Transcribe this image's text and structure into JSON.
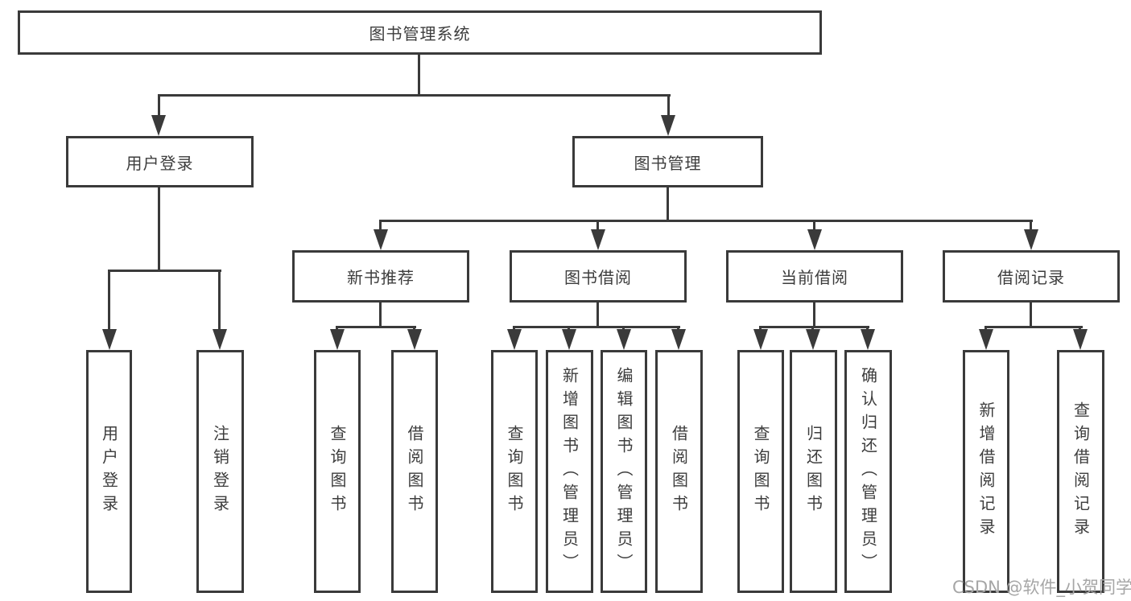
{
  "colors": {
    "line": "#3a3a3a",
    "text": "#3d3d3d",
    "box_bg": "#ffffff",
    "bg": "#ffffff",
    "watermark": "#a6a6a6"
  },
  "nodes": {
    "root": {
      "label": "图书管理系统"
    },
    "level2": [
      {
        "label": "用户登录"
      },
      {
        "label": "图书管理"
      }
    ],
    "level3": [
      {
        "label": "新书推荐"
      },
      {
        "label": "图书借阅"
      },
      {
        "label": "当前借阅"
      },
      {
        "label": "借阅记录"
      }
    ],
    "leaves_user_login": [
      {
        "label": "用户登录"
      },
      {
        "label": "注销登录"
      }
    ],
    "leaves_new_books": [
      {
        "label": "查询图书"
      },
      {
        "label": "借阅图书"
      }
    ],
    "leaves_book_borrow": [
      {
        "label": "查询图书"
      },
      {
        "label": "新增图书（管理员）"
      },
      {
        "label": "编辑图书（管理员）"
      },
      {
        "label": "借阅图书"
      }
    ],
    "leaves_current_borrow": [
      {
        "label": "查询图书"
      },
      {
        "label": "归还图书"
      },
      {
        "label": "确认归还（管理员）"
      }
    ],
    "leaves_borrow_records": [
      {
        "label": "新增借阅记录"
      },
      {
        "label": "查询借阅记录"
      }
    ]
  },
  "watermark": {
    "text": "CSDN @软件_小贺同学"
  }
}
